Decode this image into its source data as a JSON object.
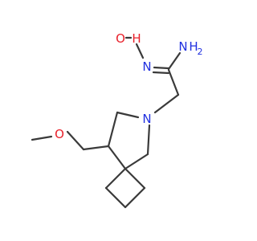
{
  "colors": {
    "bond": "#3a3a3a",
    "oxygen": "#e8202a",
    "nitrogen": "#2030e0",
    "background": "#ffffff"
  },
  "atoms": {
    "hydroxyl_o": "O",
    "hydroxyl_h": "H",
    "oxime_n": "N",
    "amine_n": "N",
    "amine_h": "H",
    "amine_h_count": "2",
    "ring_n": "N",
    "ether_o": "O"
  }
}
